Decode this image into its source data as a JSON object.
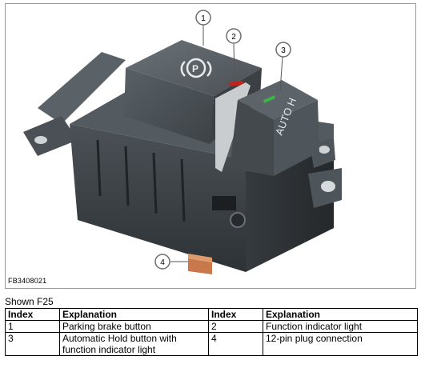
{
  "figure": {
    "code": "FB3408021",
    "callouts": [
      "1",
      "2",
      "3",
      "4"
    ],
    "auto_h_label": "AUTO H",
    "colors": {
      "housing": "#3d4347",
      "indicator_red": "#c4221a",
      "indicator_green": "#3fb24a",
      "plug": "#c8784a"
    }
  },
  "caption": "Shown F25",
  "legend": {
    "headers": [
      "Index",
      "Explanation",
      "Index",
      "Explanation"
    ],
    "rows": [
      [
        "1",
        "Parking brake button",
        "2",
        "Function indicator light"
      ],
      [
        "3",
        "Automatic Hold button with function indicator light",
        "4",
        "12-pin plug connection"
      ]
    ]
  }
}
